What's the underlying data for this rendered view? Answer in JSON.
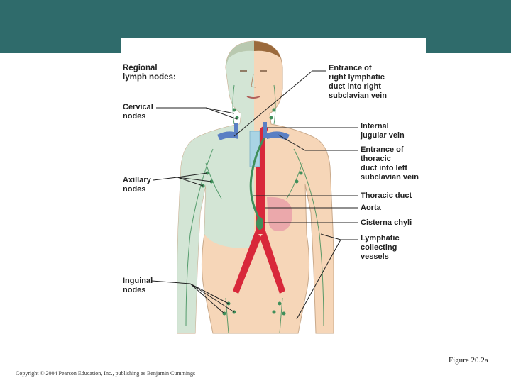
{
  "slide": {
    "figure_caption": "Figure 20.2a",
    "copyright": "Copyright © 2004 Pearson Education, Inc., publishing as Benjamin Cummings"
  },
  "labels": {
    "regional_heading": "Regional\nlymph nodes:",
    "cervical": "Cervical\nnodes",
    "axillary": "Axillary\nnodes",
    "inguinal": "Inguinal\nnodes",
    "right_lymphatic": "Entrance of\nright lymphatic\nduct into right\nsubclavian vein",
    "internal_jugular": "Internal\njugular vein",
    "thoracic_entrance": "Entrance of\nthoracic\nduct into left\nsubclavian vein",
    "thoracic_duct": "Thoracic duct",
    "aorta": "Aorta",
    "cisterna_chyli": "Cisterna chyli",
    "lymphatic_vessels": "Lymphatic\ncollecting\nvessels"
  },
  "colors": {
    "band": "#2f6b6b",
    "skin_drained": "#cfe7d8",
    "skin": "#f6d6b8",
    "aorta": "#d8283a",
    "vein": "#5a7fc4",
    "lymph": "#3f8f5a",
    "hair": "#9b6a3c"
  }
}
